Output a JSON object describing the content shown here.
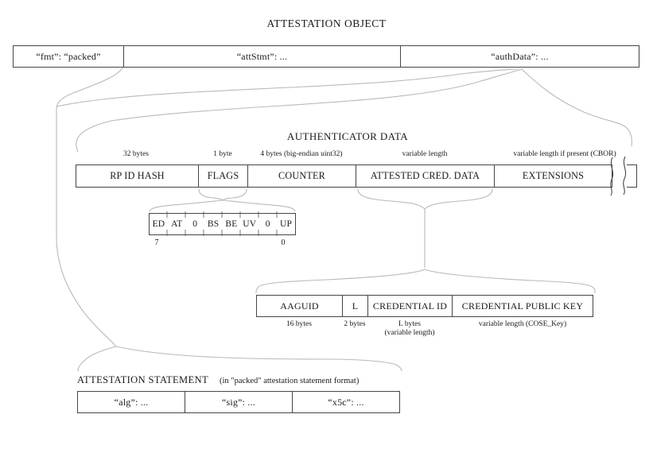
{
  "title": "ATTESTATION OBJECT",
  "attestation_object": {
    "fmt": "“fmt”: “packed”",
    "att_stmt": "“attStmt”: ...",
    "auth_data": "“authData”: ..."
  },
  "authenticator_data": {
    "heading": "AUTHENTICATOR DATA",
    "fields": [
      {
        "name": "RP ID HASH",
        "size": "32 bytes"
      },
      {
        "name": "FLAGS",
        "size": "1 byte"
      },
      {
        "name": "COUNTER",
        "size": "4 bytes (big-endian uint32)"
      },
      {
        "name": "ATTESTED CRED. DATA",
        "size": "variable length"
      },
      {
        "name": "EXTENSIONS",
        "size": "variable length if present (CBOR)"
      }
    ]
  },
  "flags": {
    "bits": [
      "ED",
      "AT",
      "0",
      "BS",
      "BE",
      "UV",
      "0",
      "UP"
    ],
    "msb": "7",
    "lsb": "0"
  },
  "attested_credential_data": {
    "fields": [
      {
        "name": "AAGUID",
        "size": "16 bytes"
      },
      {
        "name": "L",
        "size": "2 bytes"
      },
      {
        "name": "CREDENTIAL ID",
        "size": "L bytes",
        "size_note": "(variable length)"
      },
      {
        "name": "CREDENTIAL PUBLIC KEY",
        "size": "variable length (COSE_Key)"
      }
    ]
  },
  "attestation_statement": {
    "heading": "ATTESTATION STATEMENT",
    "subtitle": "(in \"packed\" attestation statement format)",
    "fields": [
      "“alg”: ...",
      "“sig”: ...",
      "“x5c”: ..."
    ]
  },
  "colors": {
    "background": "#ffffff",
    "border": "#454545",
    "text": "#1a1a1a",
    "connector": "#b9b9b9"
  }
}
